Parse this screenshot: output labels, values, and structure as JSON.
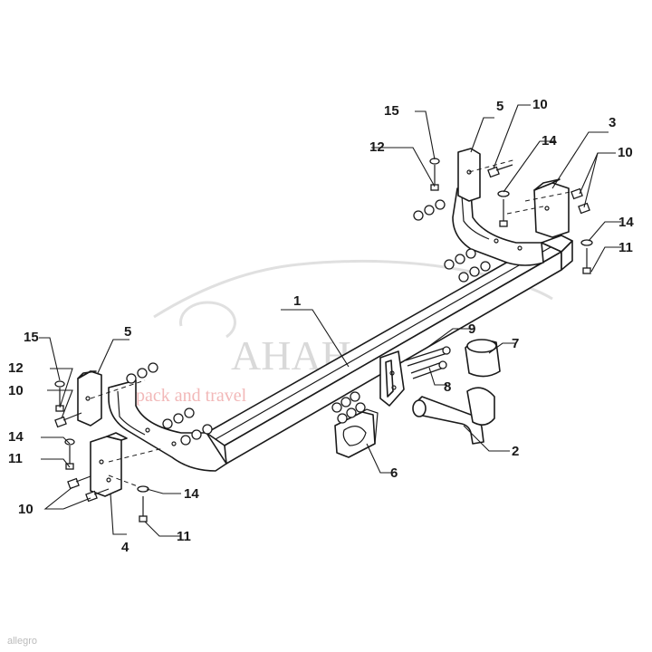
{
  "labels": {
    "l1": "1",
    "l2": "2",
    "l3": "3",
    "l4": "4",
    "l5a": "5",
    "l5b": "5",
    "l6": "6",
    "l7": "7",
    "l8": "8",
    "l9": "9",
    "l10a": "10",
    "l10b": "10",
    "l10c": "10",
    "l10d": "10",
    "l11a": "11",
    "l11b": "11",
    "l11c": "11",
    "l12a": "12",
    "l12b": "12",
    "l14a": "14",
    "l14b": "14",
    "l14c": "14",
    "l14d": "14",
    "l15a": "15",
    "l15b": "15"
  },
  "watermark": {
    "brand": "AHAHA",
    "tagline": "pack and travel"
  },
  "footer": {
    "marketplace": "allegro"
  },
  "colors": {
    "line": "#1a1a1a",
    "watermark_gray": "#d9d9d9",
    "watermark_red": "#f2b8b8"
  }
}
